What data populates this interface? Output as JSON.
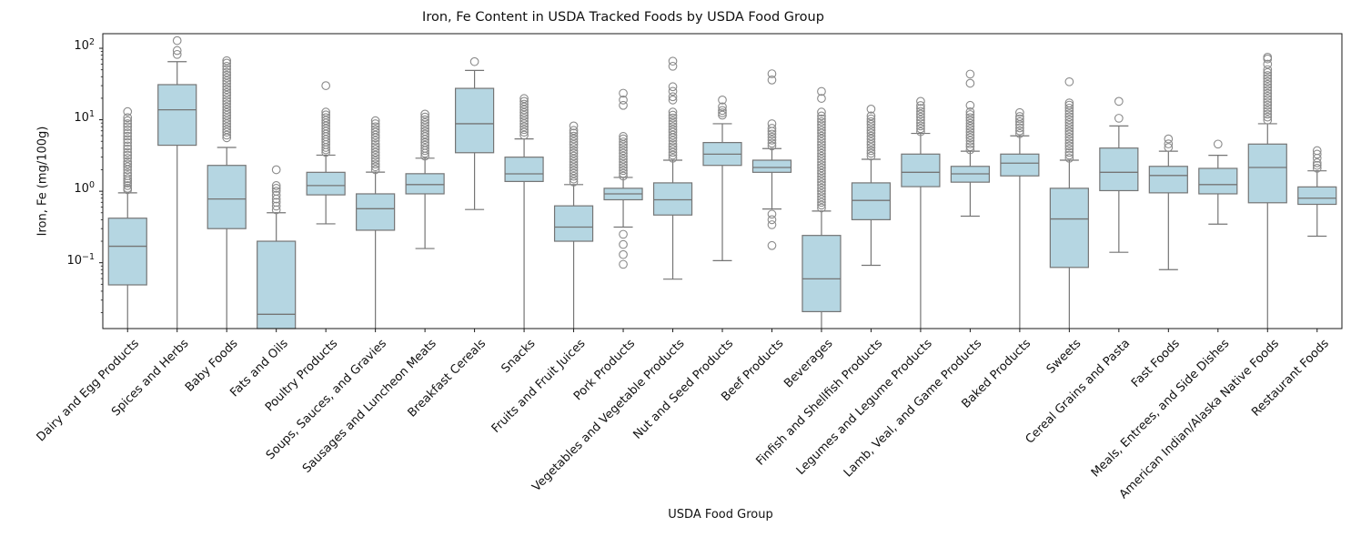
{
  "figure": {
    "title": "Iron, Fe Content in USDA Tracked Foods by USDA Food Group",
    "xlabel": "USDA Food Group",
    "ylabel": "Iron, Fe (mg/100g)"
  },
  "chart_data": {
    "type": "boxplot",
    "title": "Iron, Fe Content in USDA Tracked Foods by USDA Food Group",
    "xlabel": "USDA Food Group",
    "ylabel": "Iron, Fe (mg/100g)",
    "yscale": "log",
    "ylim": [
      0.012,
      160
    ],
    "grid": false,
    "yticks": [
      {
        "value": 100,
        "base": "10",
        "exponent": "2"
      },
      {
        "value": 10,
        "base": "10",
        "exponent": "1"
      },
      {
        "value": 1,
        "base": "10",
        "exponent": "0"
      },
      {
        "value": 0.1,
        "base": "10",
        "exponent": "−1"
      }
    ],
    "style": {
      "box_fill": "#b5d6e2",
      "line_color": "#757575",
      "flier_color": "#8a8a8a",
      "spine_color": "#1a1a1a"
    },
    "groups": [
      {
        "label": "Dairy and Egg Products",
        "whisker_low": null,
        "q1": 0.049,
        "median": 0.17,
        "q3": 0.42,
        "whisker_high": 0.95,
        "clipped_low": true,
        "outliers": [
          1.05,
          1.1,
          1.2,
          1.3,
          1.4,
          1.5,
          1.65,
          1.8,
          2.0,
          2.2,
          2.4,
          2.6,
          2.9,
          3.2,
          3.5,
          3.9,
          4.3,
          4.8,
          5.3,
          5.9,
          6.5,
          7.2,
          8.0,
          8.8,
          9.7,
          10.7,
          13.0
        ]
      },
      {
        "label": "Spices and Herbs",
        "whisker_low": null,
        "q1": 4.4,
        "median": 13.8,
        "q3": 31,
        "whisker_high": 65,
        "clipped_low": true,
        "outliers": [
          82,
          93,
          128
        ]
      },
      {
        "label": "Baby Foods",
        "whisker_low": null,
        "q1": 0.3,
        "median": 0.78,
        "q3": 2.3,
        "whisker_high": 4.1,
        "clipped_low": true,
        "outliers": [
          5.6,
          6.1,
          6.7,
          7.3,
          8.0,
          8.8,
          9.6,
          10.5,
          11.5,
          12.6,
          13.8,
          15.1,
          16.6,
          18.2,
          20,
          22,
          24,
          26.5,
          29,
          32,
          35,
          38.5,
          42,
          46,
          51,
          56,
          62,
          67
        ]
      },
      {
        "label": "Fats and Oils",
        "whisker_low": null,
        "q1": null,
        "median": 0.019,
        "q3": 0.2,
        "whisker_high": 0.5,
        "clipped_low": true,
        "outliers": [
          0.55,
          0.62,
          0.7,
          0.78,
          0.88,
          1.0,
          1.1,
          1.2,
          2.0
        ]
      },
      {
        "label": "Poultry Products",
        "whisker_low": 0.35,
        "q1": 0.89,
        "median": 1.2,
        "q3": 1.84,
        "whisker_high": 3.2,
        "clipped_low": false,
        "outliers": [
          3.5,
          3.8,
          4.1,
          4.5,
          4.9,
          5.3,
          5.8,
          6.3,
          6.9,
          7.5,
          8.2,
          9.0,
          9.8,
          10.7,
          11.7,
          12.8,
          30
        ]
      },
      {
        "label": "Soups, Sauces, and Gravies",
        "whisker_low": null,
        "q1": 0.285,
        "median": 0.57,
        "q3": 0.92,
        "whisker_high": 1.85,
        "clipped_low": true,
        "outliers": [
          2.0,
          2.2,
          2.4,
          2.65,
          2.9,
          3.2,
          3.5,
          3.85,
          4.2,
          4.6,
          5.1,
          5.6,
          6.1,
          6.7,
          7.3,
          8.0,
          8.8,
          9.7
        ]
      },
      {
        "label": "Sausages and Luncheon Meats",
        "whisker_low": 0.158,
        "q1": 0.92,
        "median": 1.24,
        "q3": 1.76,
        "whisker_high": 2.9,
        "clipped_low": false,
        "outliers": [
          3.1,
          3.4,
          3.7,
          4.0,
          4.4,
          4.8,
          5.3,
          5.8,
          6.3,
          6.9,
          7.6,
          8.3,
          9.1,
          10.0,
          10.9,
          12.0
        ]
      },
      {
        "label": "Breakfast Cereals",
        "whisker_low": 0.555,
        "q1": 3.46,
        "median": 8.8,
        "q3": 27.5,
        "whisker_high": 49,
        "clipped_low": false,
        "outliers": [
          65
        ]
      },
      {
        "label": "Snacks",
        "whisker_low": null,
        "q1": 1.37,
        "median": 1.75,
        "q3": 3.0,
        "whisker_high": 5.4,
        "clipped_low": true,
        "outliers": [
          6.1,
          6.7,
          7.3,
          8.0,
          8.8,
          9.6,
          10.5,
          11.5,
          12.6,
          13.8,
          15.1,
          16.5,
          18.1,
          19.8
        ]
      },
      {
        "label": "Fruits and Fruit Juices",
        "whisker_low": null,
        "q1": 0.2,
        "median": 0.315,
        "q3": 0.625,
        "whisker_high": 1.24,
        "clipped_low": true,
        "outliers": [
          1.35,
          1.48,
          1.62,
          1.78,
          1.95,
          2.14,
          2.35,
          2.57,
          2.82,
          3.1,
          3.4,
          3.7,
          4.1,
          4.5,
          4.9,
          5.4,
          5.9,
          6.5,
          7.1,
          8.2
        ]
      },
      {
        "label": "Pork Products",
        "whisker_low": 0.315,
        "q1": 0.76,
        "median": 0.92,
        "q3": 1.1,
        "whisker_high": 1.56,
        "clipped_low": false,
        "outliers": [
          0.095,
          0.13,
          0.18,
          0.25,
          1.63,
          1.78,
          1.95,
          2.14,
          2.35,
          2.57,
          2.82,
          3.1,
          3.4,
          3.72,
          4.08,
          4.5,
          4.9,
          5.4,
          5.85,
          15.9,
          18.9,
          23.5
        ]
      },
      {
        "label": "Vegetables and Vegetable Products",
        "whisker_low": 0.059,
        "q1": 0.465,
        "median": 0.76,
        "q3": 1.31,
        "whisker_high": 2.72,
        "clipped_low": false,
        "outliers": [
          2.9,
          3.2,
          3.5,
          3.85,
          4.2,
          4.6,
          5.1,
          5.6,
          6.1,
          6.7,
          7.3,
          8.0,
          8.8,
          9.6,
          10.6,
          11.6,
          12.8,
          18.9,
          21,
          25,
          29,
          56,
          66
        ]
      },
      {
        "label": "Nut and Seed Products",
        "whisker_low": 0.107,
        "q1": 2.3,
        "median": 3.3,
        "q3": 4.8,
        "whisker_high": 8.8,
        "clipped_low": false,
        "outliers": [
          11.6,
          12.5,
          13.5,
          15.2,
          18.9
        ]
      },
      {
        "label": "Beef Products",
        "whisker_low": 0.565,
        "q1": 1.84,
        "median": 2.15,
        "q3": 2.72,
        "whisker_high": 3.95,
        "clipped_low": false,
        "outliers": [
          0.174,
          0.34,
          0.4,
          0.478,
          4.3,
          4.7,
          5.2,
          5.7,
          6.3,
          6.9,
          7.6,
          8.8,
          36,
          44
        ]
      },
      {
        "label": "Beverages",
        "whisker_low": null,
        "q1": 0.0207,
        "median": 0.0595,
        "q3": 0.241,
        "whisker_high": 0.528,
        "clipped_low": true,
        "outliers": [
          0.584,
          0.64,
          0.7,
          0.77,
          0.84,
          0.92,
          1.01,
          1.11,
          1.22,
          1.34,
          1.47,
          1.61,
          1.77,
          1.94,
          2.13,
          2.33,
          2.56,
          2.81,
          3.08,
          3.38,
          3.71,
          4.07,
          4.46,
          4.9,
          5.4,
          5.9,
          6.5,
          7.1,
          7.8,
          8.5,
          9.4,
          10.3,
          11.3,
          12.8,
          19.9,
          24.9
        ]
      },
      {
        "label": "Finfish and Shellfish Products",
        "whisker_low": 0.092,
        "q1": 0.4,
        "median": 0.745,
        "q3": 1.31,
        "whisker_high": 2.8,
        "clipped_low": false,
        "outliers": [
          3.1,
          3.4,
          3.7,
          4.1,
          4.5,
          4.9,
          5.4,
          5.9,
          6.5,
          7.1,
          7.8,
          8.6,
          9.4,
          10.3,
          11.3,
          14.1
        ]
      },
      {
        "label": "Legumes and Legume Products",
        "whisker_low": null,
        "q1": 1.16,
        "median": 1.84,
        "q3": 3.31,
        "whisker_high": 6.45,
        "clipped_low": true,
        "outliers": [
          6.8,
          7.5,
          8.2,
          9.0,
          9.9,
          10.9,
          12.0,
          13.1,
          14.4,
          15.8,
          18.1
        ]
      },
      {
        "label": "Lamb, Veal, and Game Products",
        "whisker_low": 0.448,
        "q1": 1.34,
        "median": 1.75,
        "q3": 2.23,
        "whisker_high": 3.63,
        "clipped_low": false,
        "outliers": [
          3.8,
          4.2,
          4.6,
          5.1,
          5.6,
          6.1,
          6.7,
          7.4,
          8.1,
          8.9,
          9.8,
          10.7,
          11.8,
          12.9,
          15.9,
          32.4,
          43.5
        ]
      },
      {
        "label": "Baked Products",
        "whisker_low": null,
        "q1": 1.64,
        "median": 2.47,
        "q3": 3.31,
        "whisker_high": 5.96,
        "clipped_low": true,
        "outliers": [
          6.4,
          7.0,
          7.7,
          8.5,
          9.4,
          10.3,
          11.1,
          12.6
        ]
      },
      {
        "label": "Sweets",
        "whisker_low": null,
        "q1": 0.086,
        "median": 0.41,
        "q3": 1.1,
        "whisker_high": 2.72,
        "clipped_low": true,
        "outliers": [
          2.9,
          3.2,
          3.5,
          3.9,
          4.3,
          4.7,
          5.2,
          5.7,
          6.3,
          6.9,
          7.6,
          8.3,
          9.1,
          10.0,
          11.0,
          12.1,
          13.3,
          14.6,
          16.0,
          17.2,
          34
        ]
      },
      {
        "label": "Cereal Grains and Pasta",
        "whisker_low": 0.14,
        "q1": 1.02,
        "median": 1.84,
        "q3": 4.02,
        "whisker_high": 8.2,
        "clipped_low": false,
        "outliers": [
          10.5,
          18.1
        ]
      },
      {
        "label": "Fast Foods",
        "whisker_low": 0.08,
        "q1": 0.95,
        "median": 1.66,
        "q3": 2.23,
        "whisker_high": 3.63,
        "clipped_low": false,
        "outliers": [
          4.1,
          4.6,
          5.4
        ]
      },
      {
        "label": "Meals, Entrees, and Side Dishes",
        "whisker_low": 0.347,
        "q1": 0.92,
        "median": 1.24,
        "q3": 2.09,
        "whisker_high": 3.18,
        "clipped_low": false,
        "outliers": [
          4.57
        ]
      },
      {
        "label": "American Indian/Alaska Native Foods",
        "whisker_low": null,
        "q1": 0.69,
        "median": 2.15,
        "q3": 4.57,
        "whisker_high": 8.8,
        "clipped_low": true,
        "outliers": [
          9.9,
          10.9,
          12.0,
          13.2,
          14.5,
          16.0,
          17.6,
          19.4,
          21.3,
          23.4,
          25.8,
          28.4,
          31.2,
          34.3,
          37.8,
          41.5,
          45.7,
          50.2,
          60,
          71,
          75
        ]
      },
      {
        "label": "Restaurant Foods",
        "whisker_low": 0.235,
        "q1": 0.656,
        "median": 0.8,
        "q3": 1.15,
        "whisker_high": 1.93,
        "clipped_low": false,
        "outliers": [
          2.1,
          2.3,
          2.5,
          2.9,
          3.3,
          3.7
        ]
      }
    ]
  }
}
